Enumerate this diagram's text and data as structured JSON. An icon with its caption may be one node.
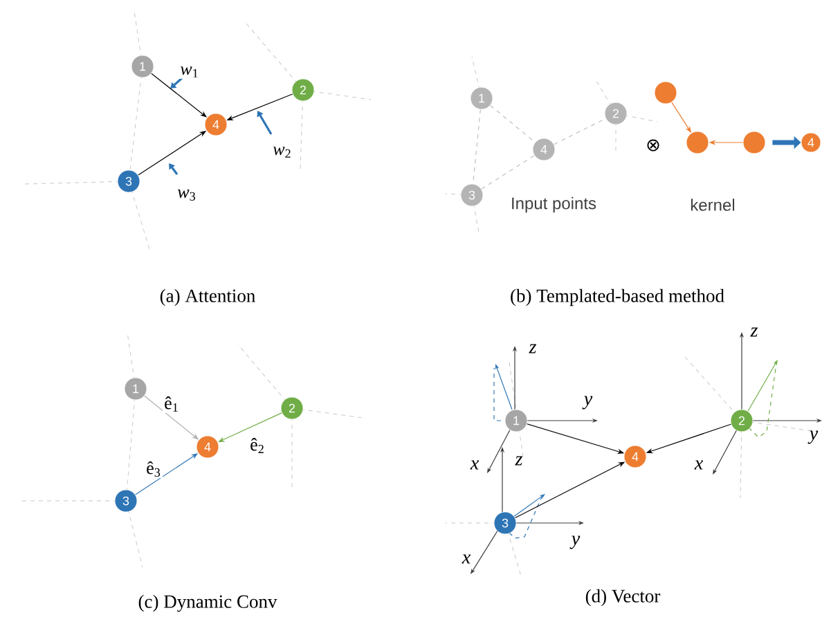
{
  "diagram": {
    "nodes": [
      {
        "text": [
          "1"
        ]
      },
      {
        "text": [
          "2"
        ]
      },
      {
        "text": [
          "3"
        ]
      },
      {
        "text": [
          "4"
        ]
      },
      {
        "text": [
          "1"
        ]
      },
      {
        "text": [
          "2"
        ]
      },
      {
        "text": [
          "3"
        ]
      },
      {
        "text": [
          "4"
        ]
      },
      {
        "text": [],
        "shape": "circle"
      },
      {
        "text": [],
        "shape": "circle"
      },
      {
        "text": [],
        "shape": "circle"
      },
      {
        "text": [
          "4"
        ]
      },
      {
        "text": [
          "1"
        ]
      },
      {
        "text": [
          "2"
        ]
      },
      {
        "text": [
          "3"
        ]
      },
      {
        "text": [
          "4"
        ]
      },
      {
        "text": [
          "1"
        ]
      },
      {
        "text": [
          "2"
        ]
      },
      {
        "text": [
          "3"
        ]
      },
      {
        "text": [
          "4"
        ]
      }
    ],
    "edges": [
      {
        "from": 0,
        "to": 3,
        "arrow": "to",
        "label": "*w*$_{1}$"
      },
      {
        "from": 1,
        "to": 3,
        "arrow": "to",
        "label": "*w*$_{2}$"
      },
      {
        "from": 2,
        "to": 3,
        "arrow": "to",
        "label": "*w*$_{3}$"
      },
      {
        "from": 4,
        "to": 7,
        "arrow": "none",
        "style": "dashed",
        "color": "#bfbfbf"
      },
      {
        "from": 7,
        "to": 5,
        "arrow": "none",
        "style": "dashed",
        "color": "#bfbfbf"
      },
      {
        "from": 6,
        "to": 7,
        "arrow": "none",
        "style": "dashed",
        "color": "#bfbfbf"
      },
      {
        "from": 4,
        "to": 6,
        "arrow": "none",
        "style": "dashed",
        "color": "#bfbfbf"
      },
      {
        "from": 8,
        "to": 9,
        "arrow": "to",
        "color": "#ed7d31"
      },
      {
        "from": 10,
        "to": 9,
        "arrow": "to",
        "color": "#ed7d31"
      },
      {
        "from": 10,
        "to": 11,
        "arrow": "to",
        "style": "thick",
        "color": "#2e75b6"
      },
      {
        "from": 12,
        "to": 15,
        "arrow": "to",
        "color": "#b0b0b0",
        "label": "ê$_{1}$"
      },
      {
        "from": 13,
        "to": 15,
        "arrow": "to",
        "color": "#70ad47",
        "label": "ê$_{2}$"
      },
      {
        "from": 14,
        "to": 15,
        "arrow": "to",
        "color": "#2e75b6",
        "label": "ê$_{3}$"
      },
      {
        "from": 16,
        "to": 19,
        "arrow": "to"
      },
      {
        "from": 17,
        "to": 19,
        "arrow": "to"
      },
      {
        "from": 18,
        "to": 19,
        "arrow": "to"
      }
    ],
    "labels": [
      "(a) Attention",
      "Input points",
      "⊗",
      "kernel",
      "(b) Templated-based method",
      "(c) Dynamic Conv",
      "z",
      "y",
      "x",
      "z",
      "y",
      "x",
      "z",
      "y",
      "x",
      "(d) Vector"
    ]
  }
}
